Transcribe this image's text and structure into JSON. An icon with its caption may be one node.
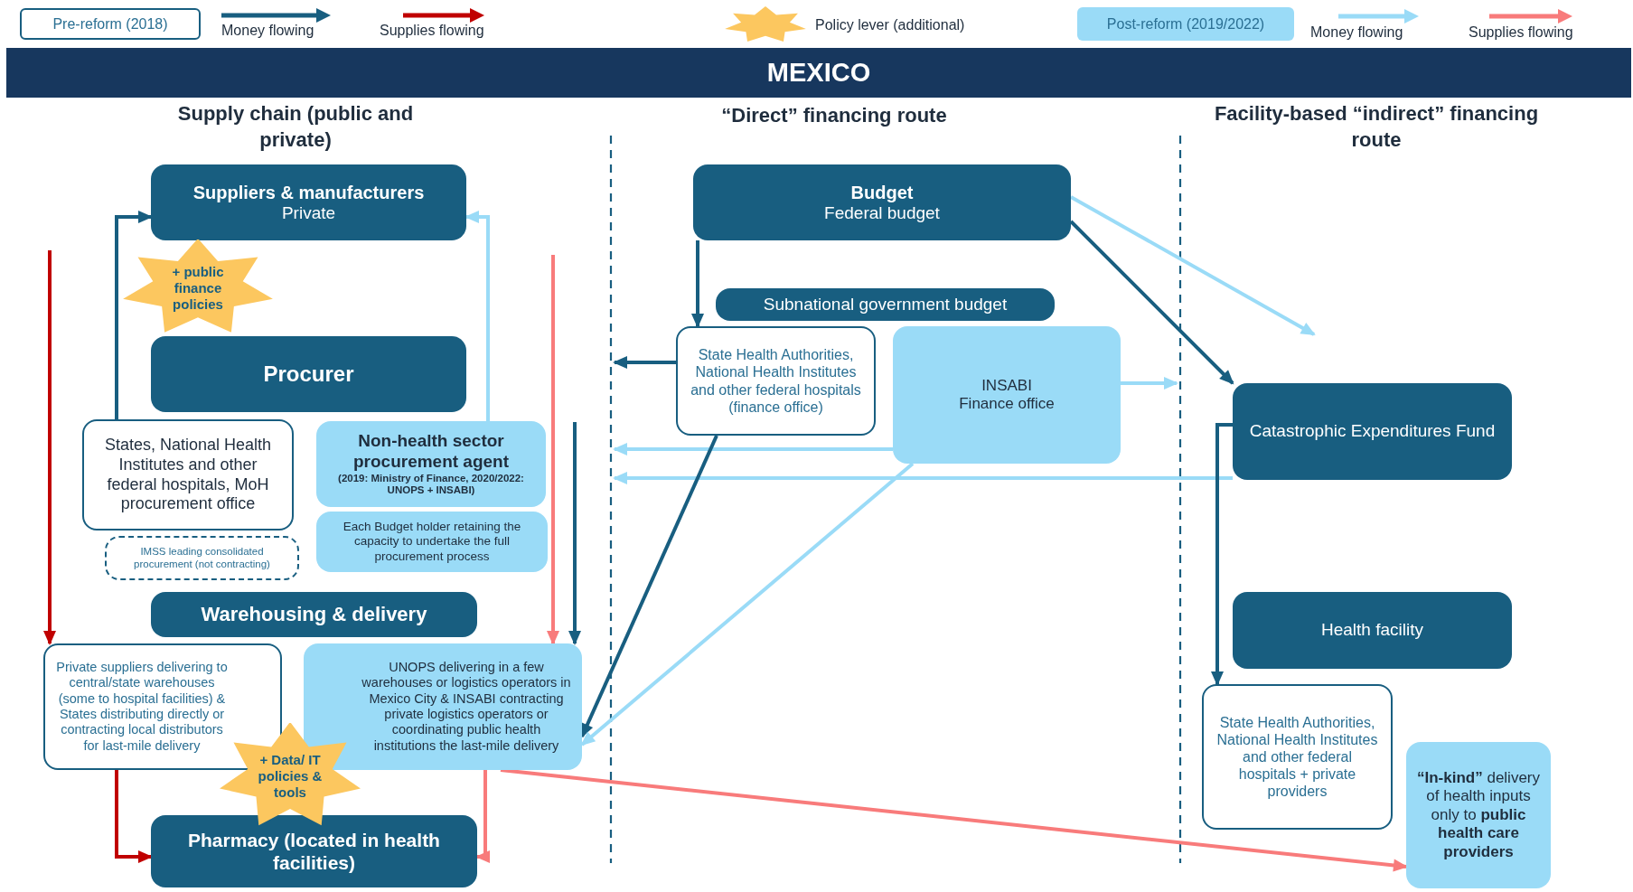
{
  "diagram": {
    "title": "MEXICO",
    "nodes": [
      {
        "text": [
          "Suppliers & manufacturers",
          "Private"
        ]
      },
      {
        "text": [
          "+ public finance policies"
        ]
      },
      {
        "text": [
          "Procurer"
        ]
      },
      {
        "text": [
          "States, National Health Institutes and other federal hospitals, MoH procurement office"
        ]
      },
      {
        "text": [
          "Non-health sector procurement agent",
          "(2019: Ministry of Finance, 2020/2022: UNOPS + INSABI)"
        ]
      },
      {
        "text": [
          "Each Budget holder retaining the capacity to undertake the full procurement process"
        ]
      },
      {
        "text": [
          "IMSS leading consolidated procurement (not contracting)"
        ]
      },
      {
        "text": [
          "Warehousing & delivery"
        ]
      },
      {
        "text": [
          "Private suppliers delivering to central/state warehouses (some to hospital facilities) & States distributing directly or contracting local distributors for last-mile delivery"
        ]
      },
      {
        "text": [
          "UNOPS delivering in a few warehouses or logistics operators in Mexico City & INSABI contracting private logistics operators or coordinating public health institutions the last-mile delivery"
        ]
      },
      {
        "text": [
          "+ Data/ IT policies & tools"
        ]
      },
      {
        "text": [
          "Pharmacy (located in health facilities)"
        ]
      },
      {
        "text": [
          "Budget",
          "Federal budget"
        ]
      },
      {
        "text": [
          "Subnational government budget"
        ]
      },
      {
        "text": [
          "State Health Authorities, National Health Institutes and other federal hospitals (finance office)"
        ]
      },
      {
        "text": [
          "INSABI",
          "Finance office"
        ]
      },
      {
        "text": [
          "Catastrophic Expenditures Fund"
        ]
      },
      {
        "text": [
          "Health facility"
        ]
      },
      {
        "text": [
          "State Health Authorities, National Health Institutes and other federal hospitals + private providers"
        ]
      },
      {
        "text": [
          "**“In-kind”** delivery of health inputs only to **public health care providers**"
        ]
      }
    ],
    "edges": [
      {
        "from": null,
        "to": 8,
        "arrow": "to",
        "color": "#c00000"
      },
      {
        "from": 3,
        "to": 0,
        "arrow": "to"
      },
      {
        "from": 4,
        "to": 0,
        "arrow": "to",
        "color": "#9adbf7"
      },
      {
        "from": null,
        "to": 9,
        "arrow": "to",
        "color": "#f87b7b"
      },
      {
        "from": null,
        "to": 9,
        "arrow": "to"
      },
      {
        "from": 8,
        "to": 11,
        "arrow": "to",
        "color": "#c00000"
      },
      {
        "from": 9,
        "to": 11,
        "arrow": "to",
        "color": "#f87b7b"
      },
      {
        "from": 9,
        "to": 19,
        "arrow": "to",
        "color": "#f87b7b"
      },
      {
        "from": 12,
        "to": 14,
        "arrow": "to"
      },
      {
        "from": 14,
        "to": null,
        "arrow": "to"
      },
      {
        "from": 15,
        "to": null,
        "arrow": "to",
        "color": "#9adbf7"
      },
      {
        "from": 16,
        "to": null,
        "arrow": "to",
        "color": "#9adbf7"
      },
      {
        "from": 14,
        "to": 9,
        "arrow": "to"
      },
      {
        "from": 15,
        "to": 9,
        "arrow": "to",
        "color": "#9adbf7"
      },
      {
        "from": 15,
        "to": null,
        "arrow": "to",
        "color": "#9adbf7"
      },
      {
        "from": 12,
        "to": null,
        "arrow": "to",
        "color": "#9adbf7"
      },
      {
        "from": 12,
        "to": 16,
        "arrow": "to"
      },
      {
        "from": 16,
        "to": 18,
        "arrow": "to"
      }
    ],
    "labels": [
      "Supply chain (public and private)",
      "“Direct” financing route",
      "Facility-based “indirect” financing route"
    ],
    "legend": [
      {
        "text": "Pre-reform (2018)"
      },
      {
        "text": "Money flowing"
      },
      {
        "text": "Supplies flowing"
      },
      {
        "text": "Policy lever (additional)"
      },
      {
        "text": "Post-reform (2019/2022)",
        "color": "#9adbf7"
      },
      {
        "text": "Money flowing"
      },
      {
        "text": "Supplies flowing"
      }
    ]
  }
}
